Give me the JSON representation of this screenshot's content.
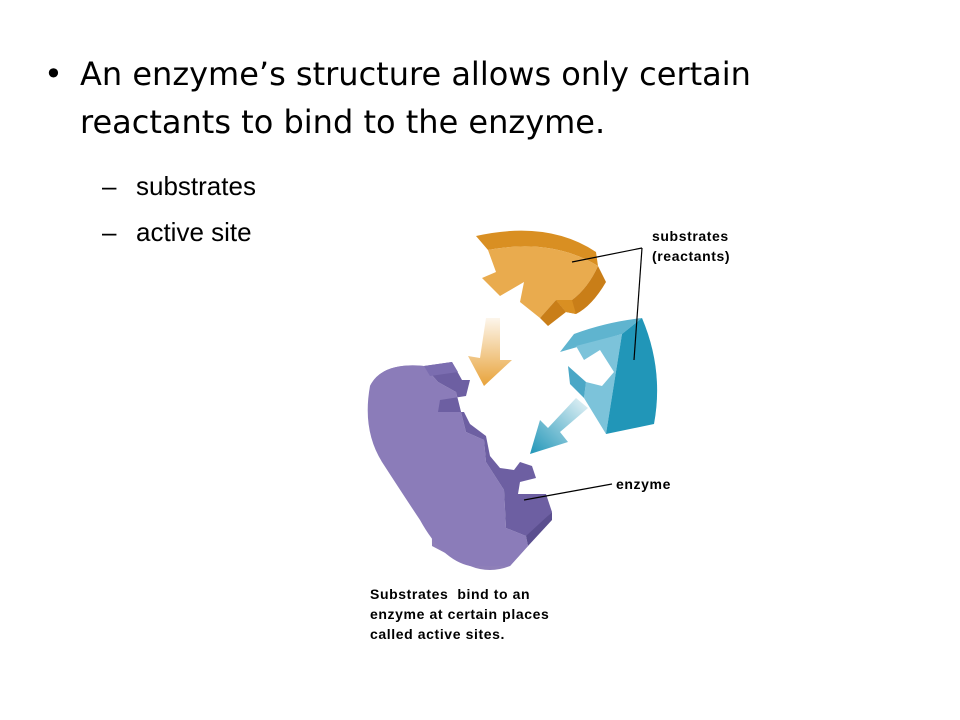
{
  "bullet": {
    "marker": "•",
    "text": "An enzyme’s structure allows only certain reactants to bind to the enzyme."
  },
  "sub_bullets": [
    {
      "marker": "–",
      "text": "substrates"
    },
    {
      "marker": "–",
      "text": "active site"
    }
  ],
  "figure": {
    "label_substrates_line1": "substrates",
    "label_substrates_line2": "(reactants)",
    "label_enzyme": "enzyme",
    "caption_line1": "Substrates  bind to an",
    "caption_line2": "enzyme at certain places",
    "caption_line3": "called active sites.",
    "colors": {
      "orange_substrate": "#e8a33a",
      "blue_substrate": "#2196b8",
      "enzyme": "#8e7fb8"
    }
  }
}
